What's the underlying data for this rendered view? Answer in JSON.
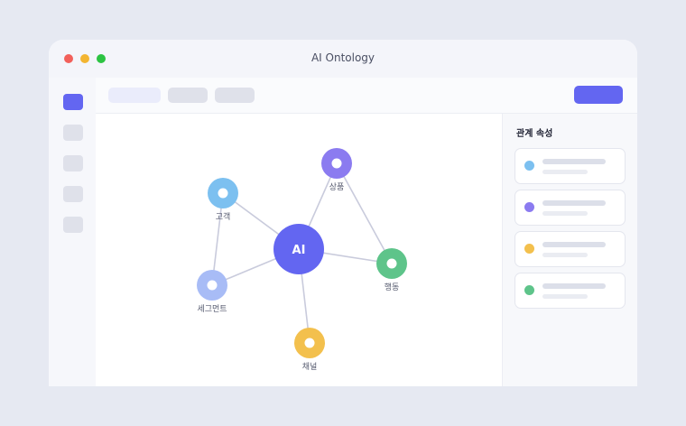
{
  "window": {
    "title": "AI Ontology"
  },
  "colors": {
    "accent": "#6366f1",
    "edge": "#c9cbdc",
    "node_label": "#555a6e"
  },
  "graph": {
    "nodes": [
      {
        "id": "ai",
        "label": "AI",
        "color": "#6366f1",
        "kind": "hub"
      },
      {
        "id": "customer",
        "label": "고객",
        "color": "#7cc0f0",
        "kind": "node"
      },
      {
        "id": "product",
        "label": "상품",
        "color": "#8b7bf0",
        "kind": "node"
      },
      {
        "id": "behavior",
        "label": "행동",
        "color": "#5ec48a",
        "kind": "node"
      },
      {
        "id": "segment",
        "label": "세그먼트",
        "color": "#a8bcf6",
        "kind": "node"
      },
      {
        "id": "channel",
        "label": "채널",
        "color": "#f3c04d",
        "kind": "node"
      }
    ],
    "edges": [
      [
        "ai",
        "customer"
      ],
      [
        "ai",
        "product"
      ],
      [
        "ai",
        "behavior"
      ],
      [
        "ai",
        "segment"
      ],
      [
        "ai",
        "channel"
      ],
      [
        "customer",
        "segment"
      ],
      [
        "product",
        "behavior"
      ]
    ]
  },
  "panel": {
    "title": "관계 속성",
    "cards": [
      {
        "color": "#7cc0f0"
      },
      {
        "color": "#8b7bf0"
      },
      {
        "color": "#f3c04d"
      },
      {
        "color": "#5ec48a"
      }
    ]
  }
}
